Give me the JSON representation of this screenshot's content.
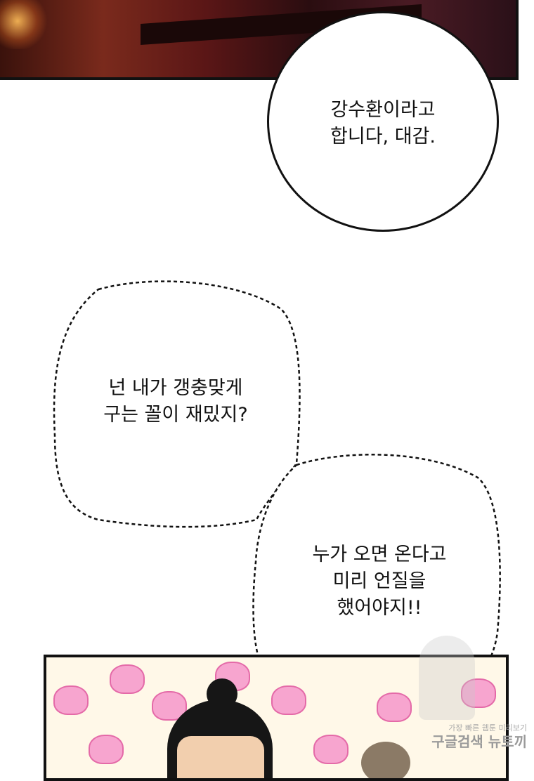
{
  "bubbles": {
    "top": {
      "text": "강수환이라고\n합니다, 대감."
    },
    "middle": {
      "text": "넌 내가 갱충맞게\n구는 꼴이 재밌지?"
    },
    "bottom": {
      "text": "누가 오면 온다고\n미리 언질을\n했어야지!!"
    }
  },
  "watermark": {
    "line1": "가장 빠른 웹툰 미리보기",
    "line2": "구글검색 뉴토끼"
  },
  "colors": {
    "ink": "#111111",
    "pattern_pink": "#f7a5cf",
    "pattern_bg": "#fff8e8"
  }
}
